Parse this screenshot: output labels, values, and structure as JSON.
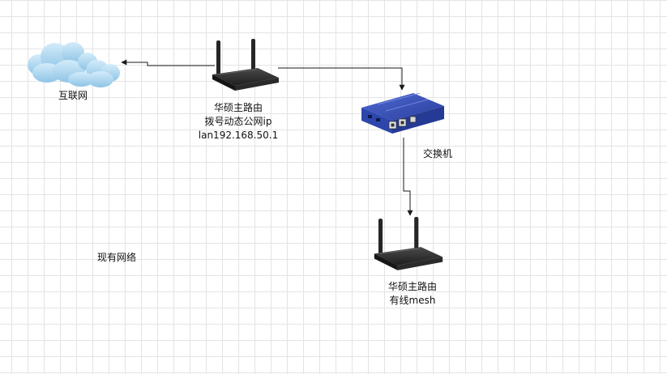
{
  "nodes": {
    "internet": {
      "label": "互联网",
      "icon": "cloud-icon"
    },
    "main_router": {
      "label_line1": "华硕主路由",
      "label_line2": "拨号动态公网ip",
      "label_line3": "lan192.168.50.1",
      "icon": "router-icon"
    },
    "switch": {
      "label": "交换机",
      "icon": "switch-icon"
    },
    "mesh_router": {
      "label_line1": "华硕主路由",
      "label_line2": "有线mesh",
      "icon": "router-icon"
    }
  },
  "caption": "现有网络",
  "edges": [
    {
      "from": "main_router",
      "to": "internet"
    },
    {
      "from": "main_router",
      "to": "switch"
    },
    {
      "from": "switch",
      "to": "mesh_router"
    }
  ],
  "colors": {
    "edge": "#1a1a1a",
    "cloud": "#a9d3ee",
    "router": "#2b2b2b",
    "switch": "#2f49b0"
  }
}
